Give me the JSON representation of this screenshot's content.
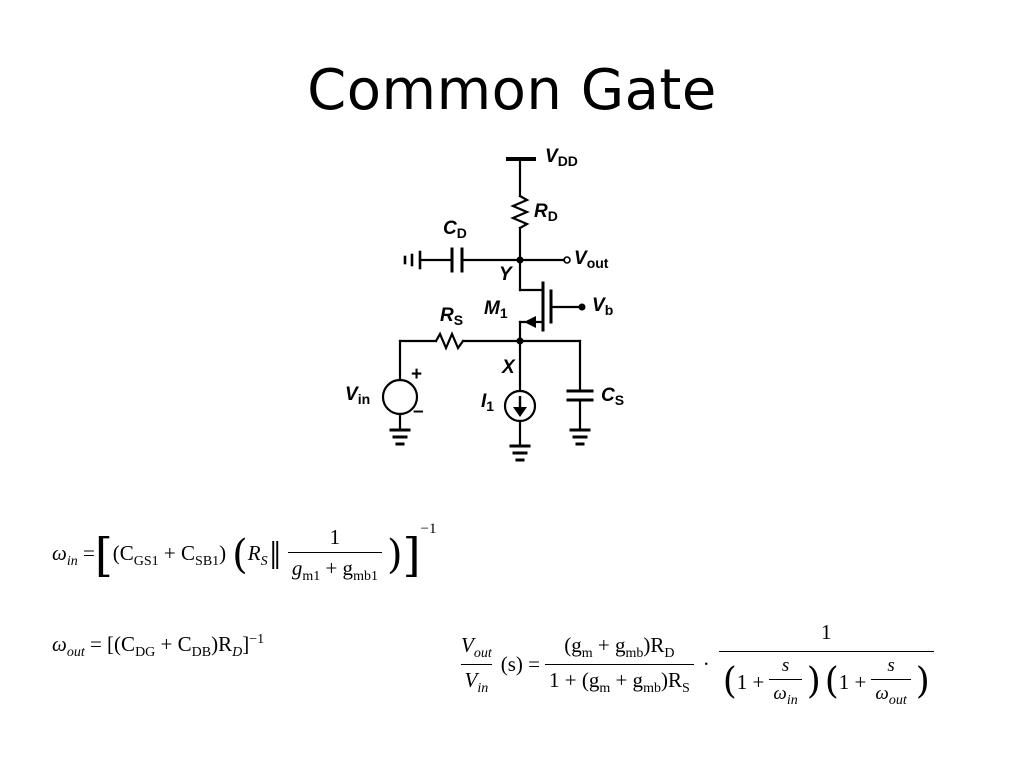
{
  "slide": {
    "title": "Common Gate"
  },
  "circuit": {
    "labels": {
      "vdd_main": "V",
      "vdd_sub": "DD",
      "rd_main": "R",
      "rd_sub": "D",
      "cd_main": "C",
      "cd_sub": "D",
      "vout_main": "V",
      "vout_sub": "out",
      "y_node": "Y",
      "m1_main": "M",
      "m1_sub": "1",
      "vb_main": "V",
      "vb_sub": "b",
      "rs_main": "R",
      "rs_sub": "S",
      "x_node": "X",
      "vin_main": "V",
      "vin_sub": "in",
      "plus": "+",
      "minus": "–",
      "i1_main": "I",
      "i1_sub": "1",
      "cs_main": "C",
      "cs_sub": "S"
    }
  },
  "equations": {
    "omega_in": {
      "lhs": "ω",
      "lhs_sub": "in",
      "eq": " = ",
      "term1": "(C",
      "cgs_sub": "GS1",
      "plus": " + C",
      "csb_sub": "SB1",
      "close": ")",
      "rs": "R",
      "rs_sub": "S",
      "num": "1",
      "den_a": "g",
      "den_a_sub": "m1",
      "den_plus": " + g",
      "den_b_sub": "mb1",
      "exp": "−1"
    },
    "omega_out": {
      "lhs": "ω",
      "lhs_sub": "out",
      "eq": " = [(C",
      "cdg_sub": "DG",
      "plus": " + C",
      "cdb_sub": "DB",
      "close": ")R",
      "rd_sub": "D",
      "bracket": "]",
      "exp": "−1"
    },
    "transfer": {
      "num_v": "V",
      "num_sub": "out",
      "den_v": "V",
      "den_sub": "in",
      "arg": "(s) = ",
      "gain_num": "(g",
      "gm_sub": "m",
      "gain_plus": " + g",
      "gmb_sub": "mb",
      "gain_close": ")R",
      "rd_sub": "D",
      "gain_den": "1 + (g",
      "gm_sub2": "m",
      "gain_den_plus": " + g",
      "gmb_sub2": "mb",
      "gain_den_close": ")R",
      "rs_sub": "S",
      "dot": "·",
      "one": "1",
      "pole_one": "1 + ",
      "s": "s",
      "w": "ω",
      "w_in_sub": "in",
      "w_out_sub": "out"
    }
  }
}
